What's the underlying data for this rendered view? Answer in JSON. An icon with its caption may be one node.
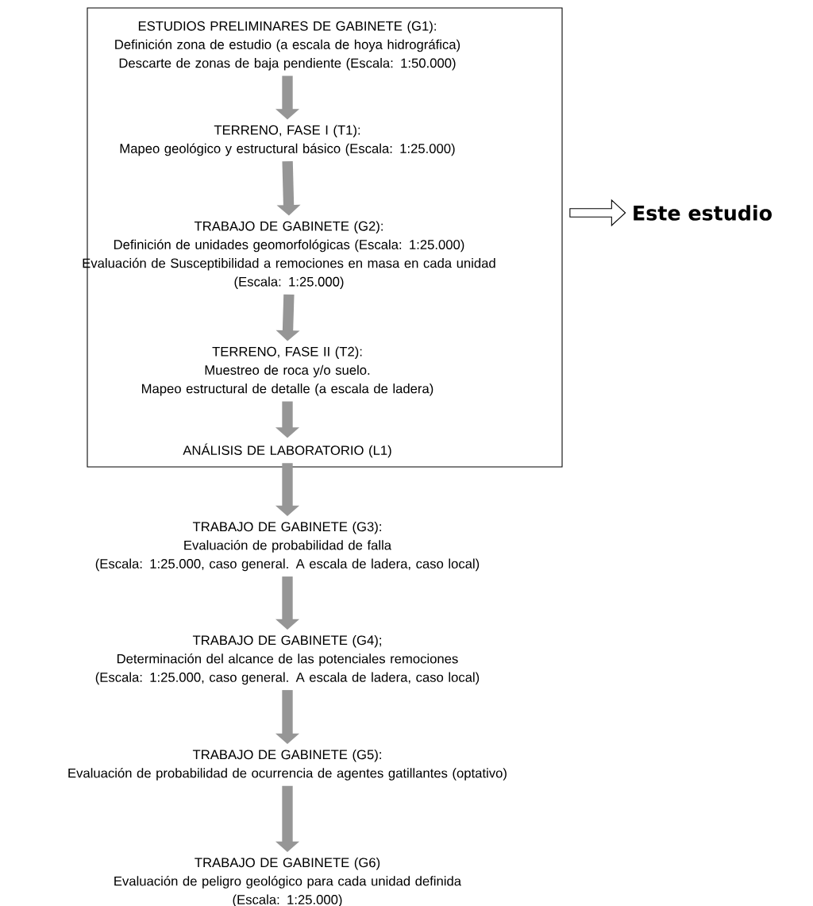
{
  "diagram": {
    "nodes": [
      {
        "text": [],
        "shape": "box"
      },
      {
        "text": [
          "ESTUDIOS PRELIMINARES DE GABINETE (G1):",
          "Definición zona de estudio (a escala de hoya hidrográfica)",
          "Descarte de zonas de baja pendiente (Escala: 1:50.000)"
        ],
        "in": 0
      },
      {
        "text": [
          "TERRENO, FASE I (T1):",
          "Mapeo geológico y estructural básico (Escala: 1:25.000)"
        ],
        "in": 0
      },
      {
        "text": [
          "TRABAJO DE GABINETE (G2):",
          "Definición de unidades geomorfológicas (Escala: 1:25.000)",
          "Evaluación de Susceptibilidad a remociones en masa en cada unidad",
          "(Escala: 1:25.000)"
        ],
        "in": 0
      },
      {
        "text": [
          "TERRENO, FASE II (T2):",
          "Muestreo de roca y/o suelo.",
          "Mapeo estructural de detalle (a escala de ladera)"
        ],
        "in": 0
      },
      {
        "text": [
          "ANÁLISIS DE LABORATORIO (L1)"
        ],
        "in": 0
      },
      {
        "text": [
          "TRABAJO DE GABINETE (G3):",
          "Evaluación de probabilidad de falla",
          "(Escala: 1:25.000, caso general. A escala de ladera, caso local)"
        ]
      },
      {
        "text": [
          "TRABAJO DE GABINETE (G4);",
          "Determinación del alcance de las potenciales remociones",
          "(Escala: 1:25.000, caso general. A escala de ladera, caso local)"
        ]
      },
      {
        "text": [
          "TRABAJO DE GABINETE (G5):",
          "Evaluación de probabilidad de ocurrencia de agentes gatillantes (optativo)"
        ]
      },
      {
        "text": [
          "TRABAJO DE GABINETE (G6)",
          "Evaluación de peligro geológico para cada unidad definida",
          "(Escala: 1:25.000)"
        ]
      },
      {
        "text": [
          "Este estudio"
        ]
      }
    ],
    "edges": [
      {
        "from": 1,
        "to": 2,
        "arrow": "to"
      },
      {
        "from": 2,
        "to": 3,
        "arrow": "to"
      },
      {
        "from": 3,
        "to": 4,
        "arrow": "to"
      },
      {
        "from": 4,
        "to": 5,
        "arrow": "to"
      },
      {
        "from": 5,
        "to": 6,
        "arrow": "to"
      },
      {
        "from": 6,
        "to": 7,
        "arrow": "to"
      },
      {
        "from": 7,
        "to": 8,
        "arrow": "to"
      },
      {
        "from": 8,
        "to": 9,
        "arrow": "to"
      },
      {
        "from": 0,
        "to": 10,
        "arrow": "to"
      }
    ]
  }
}
